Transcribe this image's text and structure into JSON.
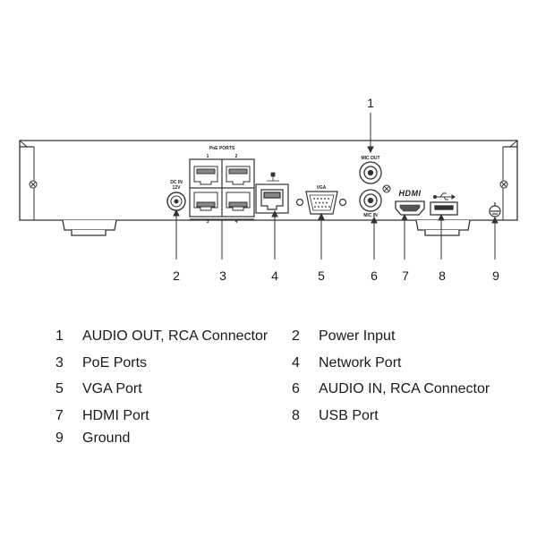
{
  "diagram": {
    "panel_labels": {
      "poe_ports": "PoE PORTS",
      "poe_top_1": "1",
      "poe_top_2": "2",
      "poe_bottom_3": "3",
      "poe_bottom_4": "4",
      "dc_in": "DC IN",
      "dc_in_sub": "12V",
      "vga": "VGA",
      "mic_out": "MIC OUT",
      "mic_in": "MIC IN",
      "hdmi": "HDMI"
    },
    "callouts": [
      "1",
      "2",
      "3",
      "4",
      "5",
      "6",
      "7",
      "8",
      "9"
    ]
  },
  "legend": [
    {
      "num": "1",
      "label": "AUDIO OUT, RCA Connector"
    },
    {
      "num": "2",
      "label": "Power Input"
    },
    {
      "num": "3",
      "label": "PoE Ports"
    },
    {
      "num": "4",
      "label": "Network Port"
    },
    {
      "num": "5",
      "label": "VGA Port"
    },
    {
      "num": "6",
      "label": "AUDIO IN, RCA Connector"
    },
    {
      "num": "7",
      "label": "HDMI Port"
    },
    {
      "num": "8",
      "label": "USB Port"
    },
    {
      "num": "9",
      "label": "Ground"
    }
  ]
}
